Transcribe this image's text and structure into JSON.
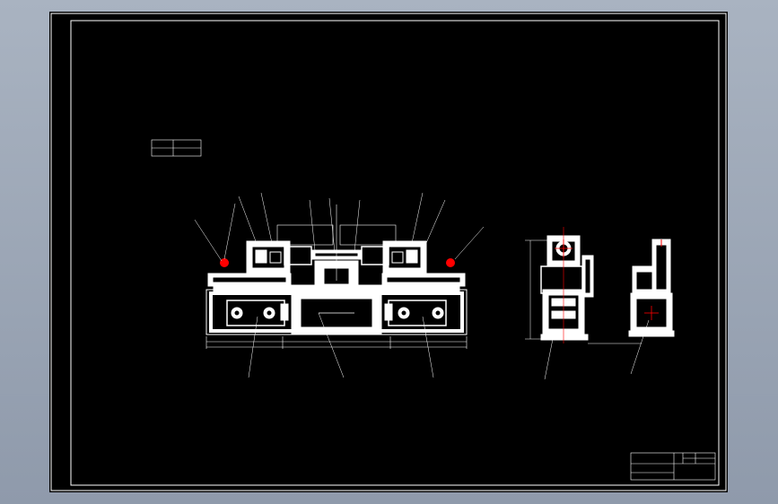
{
  "drawing": {
    "title_block": {
      "title": "",
      "scale": "",
      "sheet": ""
    },
    "legend_table": {
      "rows": [
        [
          "",
          ""
        ],
        [
          "",
          ""
        ]
      ]
    },
    "callouts": [
      {
        "id": "c1",
        "text": ""
      },
      {
        "id": "c2",
        "text": ""
      },
      {
        "id": "c3",
        "text": ""
      },
      {
        "id": "c4",
        "text": ""
      },
      {
        "id": "c5",
        "text": ""
      },
      {
        "id": "c6",
        "text": ""
      },
      {
        "id": "c7",
        "text": ""
      },
      {
        "id": "c8",
        "text": ""
      },
      {
        "id": "c9",
        "text": ""
      },
      {
        "id": "c10",
        "text": ""
      },
      {
        "id": "c11",
        "text": ""
      },
      {
        "id": "c12",
        "text": ""
      },
      {
        "id": "c13",
        "text": ""
      },
      {
        "id": "c14",
        "text": ""
      },
      {
        "id": "c15",
        "text": ""
      },
      {
        "id": "c16",
        "text": ""
      }
    ],
    "colors": {
      "background": "#000000",
      "line": "#ffffff",
      "highlight": "#ff0000",
      "outer_frame": "#9aa4b4"
    }
  }
}
